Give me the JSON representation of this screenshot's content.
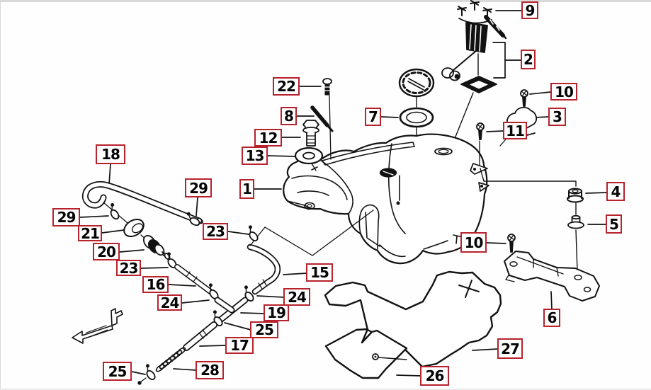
{
  "style": {
    "background": "#fefefe",
    "line_color": "#121212",
    "label_border_color": "#b8222d",
    "label_text_color": "#050505",
    "label_background": "#ffffff",
    "top_edge_color": "#d9d9d9",
    "bottom_edge_color": "#e8e8e8"
  },
  "callouts": [
    {
      "number": "9"
    },
    {
      "number": "2"
    },
    {
      "number": "22"
    },
    {
      "number": "10"
    },
    {
      "number": "8"
    },
    {
      "number": "3"
    },
    {
      "number": "7"
    },
    {
      "number": "11"
    },
    {
      "number": "12"
    },
    {
      "number": "13"
    },
    {
      "number": "18"
    },
    {
      "number": "1"
    },
    {
      "number": "29"
    },
    {
      "number": "29"
    },
    {
      "number": "23"
    },
    {
      "number": "21"
    },
    {
      "number": "20"
    },
    {
      "number": "23"
    },
    {
      "number": "16"
    },
    {
      "number": "24"
    },
    {
      "number": "15"
    },
    {
      "number": "24"
    },
    {
      "number": "19"
    },
    {
      "number": "25"
    },
    {
      "number": "17"
    },
    {
      "number": "28"
    },
    {
      "number": "25"
    },
    {
      "number": "26"
    },
    {
      "number": "27"
    },
    {
      "number": "4"
    },
    {
      "number": "5"
    },
    {
      "number": "10"
    },
    {
      "number": "6"
    }
  ]
}
